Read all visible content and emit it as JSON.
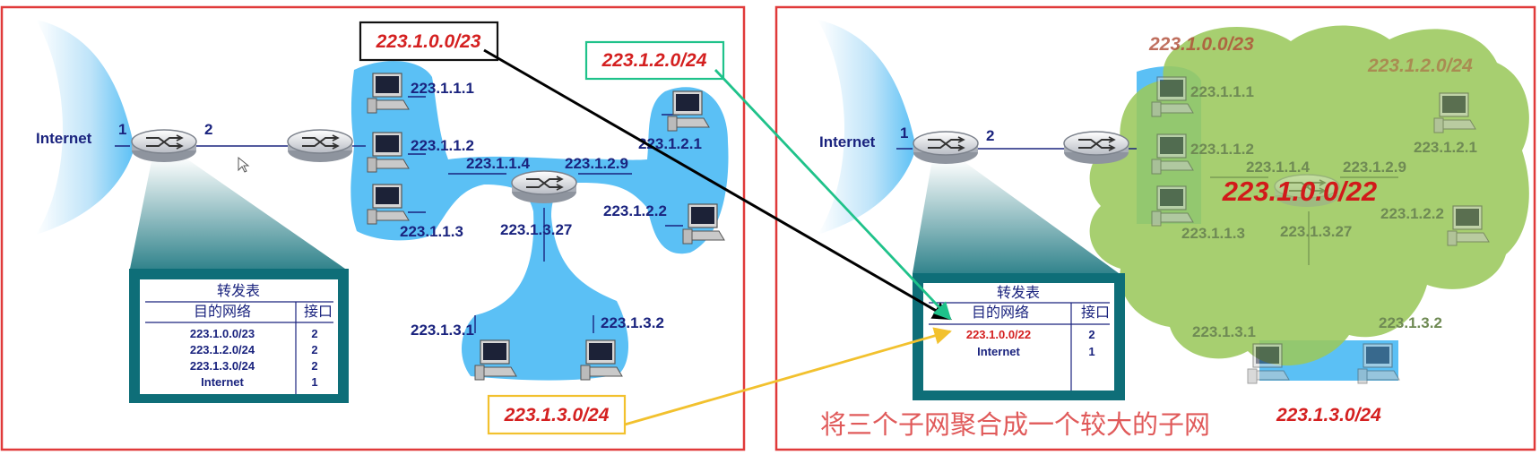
{
  "left": {
    "internet": "Internet",
    "port1": "1",
    "port2": "2",
    "subnets": {
      "s1": "223.1.0.0/23",
      "s2": "223.1.2.0/24",
      "s3": "223.1.3.0/24"
    },
    "hosts": {
      "h111": "223.1.1.1",
      "h112": "223.1.1.2",
      "h113": "223.1.1.3",
      "h114": "223.1.1.4",
      "h129": "223.1.2.9",
      "h121": "223.1.2.1",
      "h122": "223.1.2.2",
      "h1327": "223.1.3.27",
      "h131": "223.1.3.1",
      "h132": "223.1.3.2"
    },
    "table": {
      "title": "转发表",
      "col_dest": "目的网络",
      "col_port": "接口",
      "rows": [
        {
          "dest": "223.1.0.0/23",
          "port": "2"
        },
        {
          "dest": "223.1.2.0/24",
          "port": "2"
        },
        {
          "dest": "223.1.3.0/24",
          "port": "2"
        },
        {
          "dest": "Internet",
          "port": "1"
        }
      ]
    }
  },
  "right": {
    "internet": "Internet",
    "port1": "1",
    "port2": "2",
    "subnets": {
      "s1": "223.1.0.0/23",
      "s2": "223.1.2.0/24",
      "s3": "223.1.3.0/24",
      "aggregate": "223.1.0.0/22"
    },
    "hosts": {
      "h111": "223.1.1.1",
      "h112": "223.1.1.2",
      "h113": "223.1.1.3",
      "h114": "223.1.1.4",
      "h129": "223.1.2.9",
      "h121": "223.1.2.1",
      "h122": "223.1.2.2",
      "h1327": "223.1.3.27",
      "h131": "223.1.3.1",
      "h132": "223.1.3.2"
    },
    "table": {
      "title": "转发表",
      "col_dest": "目的网络",
      "col_port": "接口",
      "rows": [
        {
          "dest": "223.1.0.0/22",
          "port": "2"
        },
        {
          "dest": "Internet",
          "port": "1"
        }
      ]
    },
    "note": "将三个子网聚合成一个较大的子网"
  },
  "colors": {
    "frame": "#e03a3a",
    "subnet_blue": "#5bc0f5",
    "cloud_green": "#9bc85c",
    "arrow_black": "#000000",
    "arrow_green": "#1fc28a",
    "arrow_yellow": "#f2c12e",
    "text_navy": "#1a237e",
    "text_red": "#d42020"
  }
}
